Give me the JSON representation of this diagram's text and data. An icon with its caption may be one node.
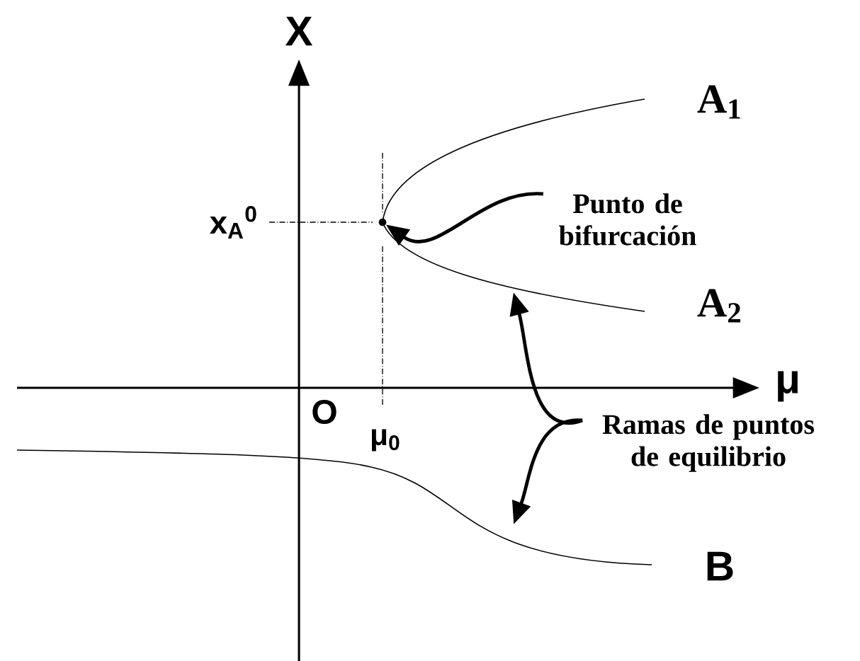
{
  "diagram": {
    "nodes": [
      {
        "text": [
          "Punto de bifurcación"
        ]
      },
      {
        "text": [],
        "shape": "circle"
      },
      {
        "text": [
          "Ramas de puntos de equilibrio"
        ]
      },
      {
        "text": [],
        "shape": "curve"
      },
      {
        "text": [],
        "shape": "curve"
      },
      {
        "text": [],
        "shape": "curve"
      }
    ],
    "edges": [
      {
        "from": 0,
        "to": 1,
        "arrow": "to"
      },
      {
        "from": 2,
        "to": 4,
        "arrow": "to"
      },
      {
        "from": 2,
        "to": 5,
        "arrow": "to"
      }
    ],
    "labels": [
      "X",
      "x$_{A}$$^{0}$",
      "A$_{1}$",
      "A$_{2}$",
      "μ",
      "O",
      "μ$_{0}$",
      "B"
    ]
  }
}
